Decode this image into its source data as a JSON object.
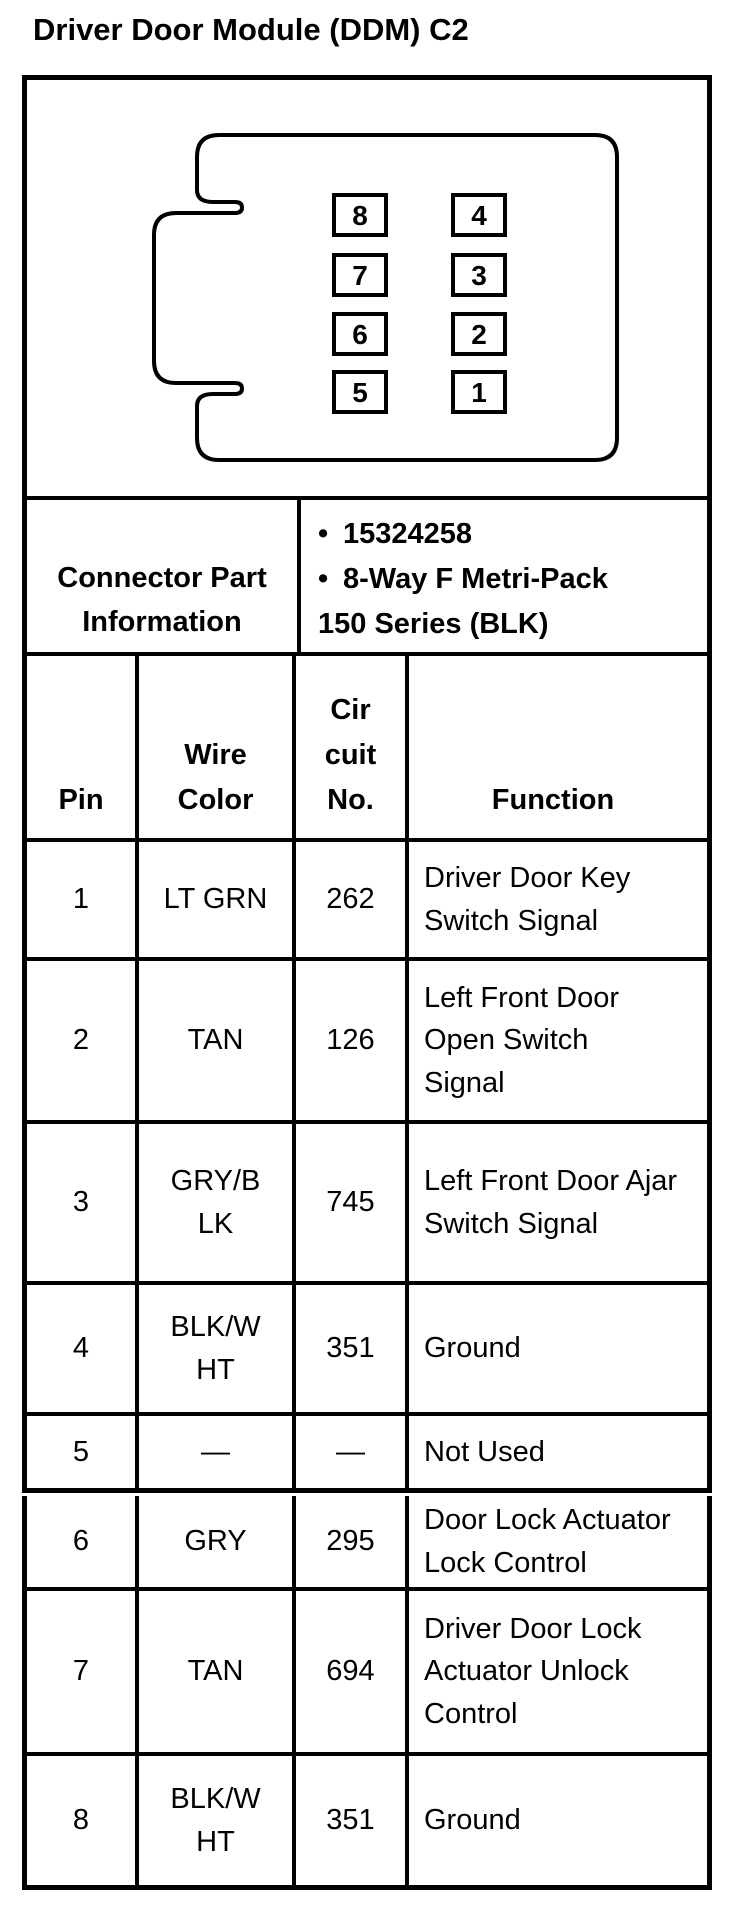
{
  "title": "Driver Door Module (DDM) C2",
  "colors": {
    "ink": "#000000",
    "paper": "#ffffff"
  },
  "connector": {
    "pins_left": [
      "8",
      "7",
      "6",
      "5"
    ],
    "pins_right": [
      "4",
      "3",
      "2",
      "1"
    ]
  },
  "part_info": {
    "label": "Connector Part\nInformation",
    "bullet_glyph": "•",
    "bullets": [
      "15324258",
      "8-Way F Metri-Pack"
    ],
    "continuation": "150 Series (BLK)"
  },
  "pin_table": {
    "headers": {
      "pin": "Pin",
      "wire": "Wire\nColor",
      "circuit": "Cir\ncuit\nNo.",
      "function": "Function"
    },
    "rows": [
      {
        "pin": "1",
        "wire": "LT GRN",
        "circuit": "262",
        "function": "Driver Door Key\nSwitch Signal"
      },
      {
        "pin": "2",
        "wire": "TAN",
        "circuit": "126",
        "function": "Left Front Door\nOpen Switch\nSignal"
      },
      {
        "pin": "3",
        "wire": "GRY/B\nLK",
        "circuit": "745",
        "function": "Left Front Door Ajar\nSwitch Signal"
      },
      {
        "pin": "4",
        "wire": "BLK/W\nHT",
        "circuit": "351",
        "function": "Ground"
      },
      {
        "pin": "5",
        "wire": "—",
        "circuit": "—",
        "function": "Not Used"
      }
    ],
    "rows_continued": [
      {
        "pin": "6",
        "wire": "GRY",
        "circuit": "295",
        "function": "Door Lock Actuator\nLock Control"
      },
      {
        "pin": "7",
        "wire": "TAN",
        "circuit": "694",
        "function": "Driver Door Lock\nActuator Unlock\nControl"
      },
      {
        "pin": "8",
        "wire": "BLK/W\nHT",
        "circuit": "351",
        "function": "Ground"
      }
    ]
  }
}
